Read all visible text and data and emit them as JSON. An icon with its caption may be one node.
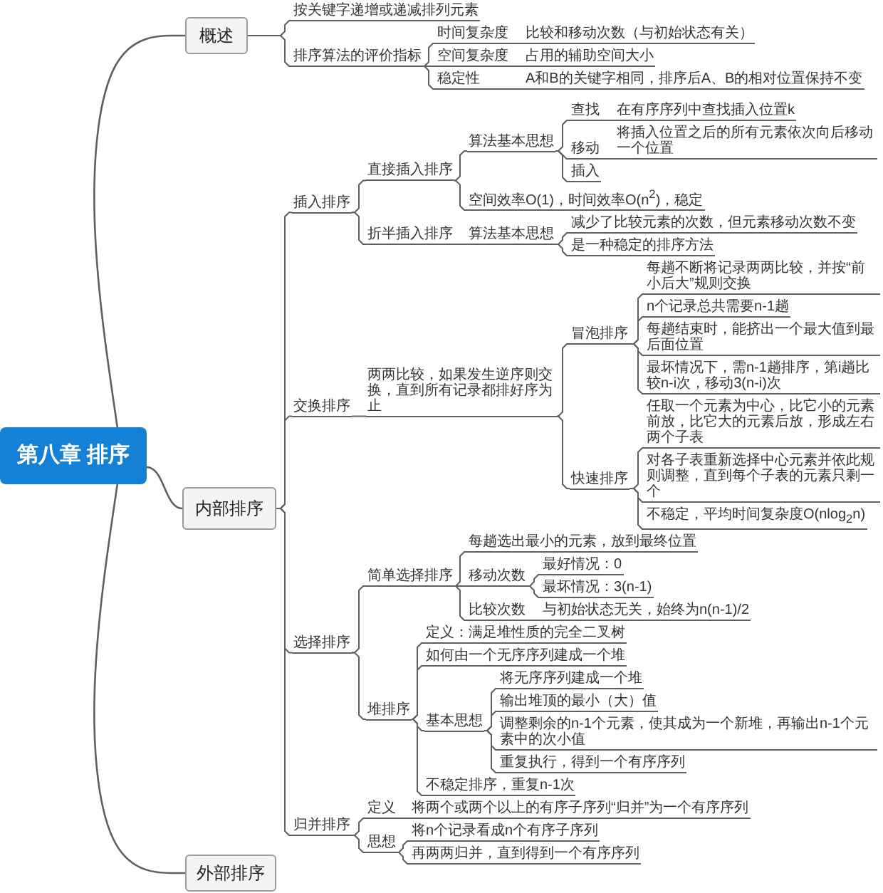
{
  "diagram": {
    "nodes": [
      {
        "text": [
          "第八章 排序"
        ]
      },
      {
        "text": [
          "概述"
        ]
      },
      {
        "text": [
          "按关键字递增或递减排列元素"
        ]
      },
      {
        "text": [
          "排序算法的评价指标"
        ]
      },
      {
        "text": [
          "时间复杂度"
        ]
      },
      {
        "text": [
          "比较和移动次数（与初始状态有关）"
        ]
      },
      {
        "text": [
          "空间复杂度"
        ]
      },
      {
        "text": [
          "占用的辅助空间大小"
        ]
      },
      {
        "text": [
          "稳定性"
        ]
      },
      {
        "text": [
          "A和B的关键字相同，排序后A、B的相对位置保持不变"
        ]
      },
      {
        "text": [
          "内部排序"
        ]
      },
      {
        "text": [
          "插入排序"
        ]
      },
      {
        "text": [
          "直接插入排序"
        ]
      },
      {
        "text": [
          "算法基本思想"
        ]
      },
      {
        "text": [
          "查找"
        ]
      },
      {
        "text": [
          "在有序序列中查找插入位置k"
        ]
      },
      {
        "text": [
          "移动"
        ]
      },
      {
        "text": [
          "将插入位置之后的所有元素依次向后移动一个位置"
        ]
      },
      {
        "text": [
          "插入"
        ]
      },
      {
        "text": [
          "空间效率O(1)，时间效率O(n$^{2}$)，稳定"
        ]
      },
      {
        "text": [
          "折半插入排序"
        ]
      },
      {
        "text": [
          "算法基本思想"
        ]
      },
      {
        "text": [
          "减少了比较元素的次数，但元素移动次数不变"
        ]
      },
      {
        "text": [
          "是一种稳定的排序方法"
        ]
      },
      {
        "text": [
          "交换排序"
        ]
      },
      {
        "text": [
          "两两比较，如果发生逆序则交换，直到所有记录都排好序为止"
        ]
      },
      {
        "text": [
          "冒泡排序"
        ]
      },
      {
        "text": [
          "每趟不断将记录两两比较，并按“前小后大”规则交换"
        ]
      },
      {
        "text": [
          "n个记录总共需要n-1趟"
        ]
      },
      {
        "text": [
          "每趟结束时，能挤出一个最大值到最后面位置"
        ]
      },
      {
        "text": [
          "最坏情况下，需n-1趟排序，第i趟比较n-i次，移动3(n-i)次"
        ]
      },
      {
        "text": [
          "快速排序"
        ]
      },
      {
        "text": [
          "任取一个元素为中心，比它小的元素前放，比它大的元素后放，形成左右两个子表"
        ]
      },
      {
        "text": [
          "对各子表重新选择中心元素并依此规则调整，直到每个子表的元素只剩一个"
        ]
      },
      {
        "text": [
          "不稳定，平均时间复杂度O(nlog$_{2}$n)"
        ]
      },
      {
        "text": [
          "选择排序"
        ]
      },
      {
        "text": [
          "简单选择排序"
        ]
      },
      {
        "text": [
          "每趟选出最小的元素，放到最终位置"
        ]
      },
      {
        "text": [
          "移动次数"
        ]
      },
      {
        "text": [
          "最好情况：0"
        ]
      },
      {
        "text": [
          "最坏情况：3(n-1)"
        ]
      },
      {
        "text": [
          "比较次数"
        ]
      },
      {
        "text": [
          "与初始状态无关，始终为n(n-1)/2"
        ]
      },
      {
        "text": [
          "堆排序"
        ]
      },
      {
        "text": [
          "定义：满足堆性质的完全二叉树"
        ]
      },
      {
        "text": [
          "如何由一个无序序列建成一个堆"
        ]
      },
      {
        "text": [
          "基本思想"
        ]
      },
      {
        "text": [
          "将无序序列建成一个堆"
        ]
      },
      {
        "text": [
          "输出堆顶的最小（大）值"
        ]
      },
      {
        "text": [
          "调整剩余的n-1个元素，使其成为一个新堆，再输出n-1个元素中的次小值"
        ]
      },
      {
        "text": [
          "重复执行，得到一个有序序列"
        ]
      },
      {
        "text": [
          "不稳定排序，重复n-1次"
        ]
      },
      {
        "text": [
          "归并排序"
        ]
      },
      {
        "text": [
          "定义"
        ]
      },
      {
        "text": [
          "将两个或两个以上的有序子序列“归并”为一个有序序列"
        ]
      },
      {
        "text": [
          "思想"
        ]
      },
      {
        "text": [
          "将n个记录看成n个有序子序列"
        ]
      },
      {
        "text": [
          "再两两归并，直到得到一个有序序列"
        ]
      },
      {
        "text": [
          "外部排序"
        ]
      }
    ],
    "edges": [
      {
        "from": 0,
        "to": 1,
        "arrow": "none"
      },
      {
        "from": 0,
        "to": 10,
        "arrow": "none"
      },
      {
        "from": 0,
        "to": 58,
        "arrow": "none"
      },
      {
        "from": 1,
        "to": 2,
        "arrow": "none"
      },
      {
        "from": 1,
        "to": 3,
        "arrow": "none"
      },
      {
        "from": 3,
        "to": 4,
        "arrow": "none"
      },
      {
        "from": 4,
        "to": 5,
        "arrow": "none"
      },
      {
        "from": 3,
        "to": 6,
        "arrow": "none"
      },
      {
        "from": 6,
        "to": 7,
        "arrow": "none"
      },
      {
        "from": 3,
        "to": 8,
        "arrow": "none"
      },
      {
        "from": 8,
        "to": 9,
        "arrow": "none"
      },
      {
        "from": 10,
        "to": 11,
        "arrow": "none"
      },
      {
        "from": 11,
        "to": 12,
        "arrow": "none"
      },
      {
        "from": 12,
        "to": 13,
        "arrow": "none"
      },
      {
        "from": 13,
        "to": 14,
        "arrow": "none"
      },
      {
        "from": 14,
        "to": 15,
        "arrow": "none"
      },
      {
        "from": 13,
        "to": 16,
        "arrow": "none"
      },
      {
        "from": 16,
        "to": 17,
        "arrow": "none"
      },
      {
        "from": 13,
        "to": 18,
        "arrow": "none"
      },
      {
        "from": 12,
        "to": 19,
        "arrow": "none"
      },
      {
        "from": 11,
        "to": 20,
        "arrow": "none"
      },
      {
        "from": 20,
        "to": 21,
        "arrow": "none"
      },
      {
        "from": 21,
        "to": 22,
        "arrow": "none"
      },
      {
        "from": 21,
        "to": 23,
        "arrow": "none"
      },
      {
        "from": 10,
        "to": 24,
        "arrow": "none"
      },
      {
        "from": 24,
        "to": 25,
        "arrow": "none"
      },
      {
        "from": 25,
        "to": 26,
        "arrow": "none"
      },
      {
        "from": 26,
        "to": 27,
        "arrow": "none"
      },
      {
        "from": 26,
        "to": 28,
        "arrow": "none"
      },
      {
        "from": 26,
        "to": 29,
        "arrow": "none"
      },
      {
        "from": 26,
        "to": 30,
        "arrow": "none"
      },
      {
        "from": 25,
        "to": 31,
        "arrow": "none"
      },
      {
        "from": 31,
        "to": 32,
        "arrow": "none"
      },
      {
        "from": 31,
        "to": 33,
        "arrow": "none"
      },
      {
        "from": 31,
        "to": 34,
        "arrow": "none"
      },
      {
        "from": 10,
        "to": 35,
        "arrow": "none"
      },
      {
        "from": 35,
        "to": 36,
        "arrow": "none"
      },
      {
        "from": 36,
        "to": 37,
        "arrow": "none"
      },
      {
        "from": 36,
        "to": 38,
        "arrow": "none"
      },
      {
        "from": 38,
        "to": 39,
        "arrow": "none"
      },
      {
        "from": 38,
        "to": 40,
        "arrow": "none"
      },
      {
        "from": 36,
        "to": 41,
        "arrow": "none"
      },
      {
        "from": 41,
        "to": 42,
        "arrow": "none"
      },
      {
        "from": 35,
        "to": 43,
        "arrow": "none"
      },
      {
        "from": 43,
        "to": 44,
        "arrow": "none"
      },
      {
        "from": 43,
        "to": 45,
        "arrow": "none"
      },
      {
        "from": 43,
        "to": 46,
        "arrow": "none"
      },
      {
        "from": 46,
        "to": 47,
        "arrow": "none"
      },
      {
        "from": 46,
        "to": 48,
        "arrow": "none"
      },
      {
        "from": 46,
        "to": 49,
        "arrow": "none"
      },
      {
        "from": 46,
        "to": 50,
        "arrow": "none"
      },
      {
        "from": 43,
        "to": 51,
        "arrow": "none"
      },
      {
        "from": 10,
        "to": 52,
        "arrow": "none"
      },
      {
        "from": 52,
        "to": 53,
        "arrow": "none"
      },
      {
        "from": 53,
        "to": 54,
        "arrow": "none"
      },
      {
        "from": 52,
        "to": 55,
        "arrow": "none"
      },
      {
        "from": 55,
        "to": 56,
        "arrow": "none"
      },
      {
        "from": 55,
        "to": 57,
        "arrow": "none"
      }
    ]
  }
}
